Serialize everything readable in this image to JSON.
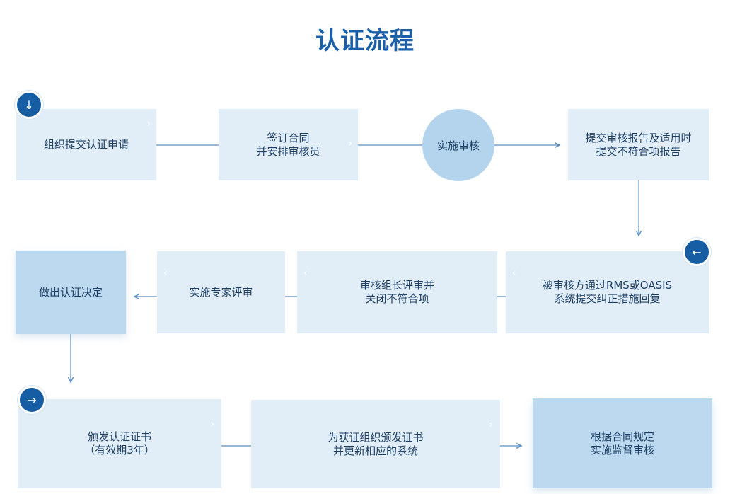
{
  "title": "认证流程",
  "steps": [
    {
      "label": "组织提交认证申请"
    },
    {
      "label": "签订合同\n并安排审核员"
    },
    {
      "label": "实施审核"
    },
    {
      "label": "提交审核报告及适用时\n提交不符合项报告"
    },
    {
      "label": "被审核方通过RMS或OASIS\n系统提交纠正措施回复"
    },
    {
      "label": "审核组长评审并\n关闭不符合项"
    },
    {
      "label": "实施专家评审"
    },
    {
      "label": "做出认证决定"
    },
    {
      "label": "颁发认证证书\n（有效期3年）"
    },
    {
      "label": "为获证组织颁发证书\n并更新相应的系统"
    },
    {
      "label": "根据合同规定\n实施监督审核"
    }
  ],
  "icons": {
    "down": "↓",
    "left": "←",
    "right": "→",
    "chevron_right": "›",
    "chevron_left": "‹"
  },
  "colors": {
    "accent": "#165da3",
    "box_light": "#e2eef7",
    "box_dark": "#bcd9ef",
    "line": "#5a8ec0"
  }
}
